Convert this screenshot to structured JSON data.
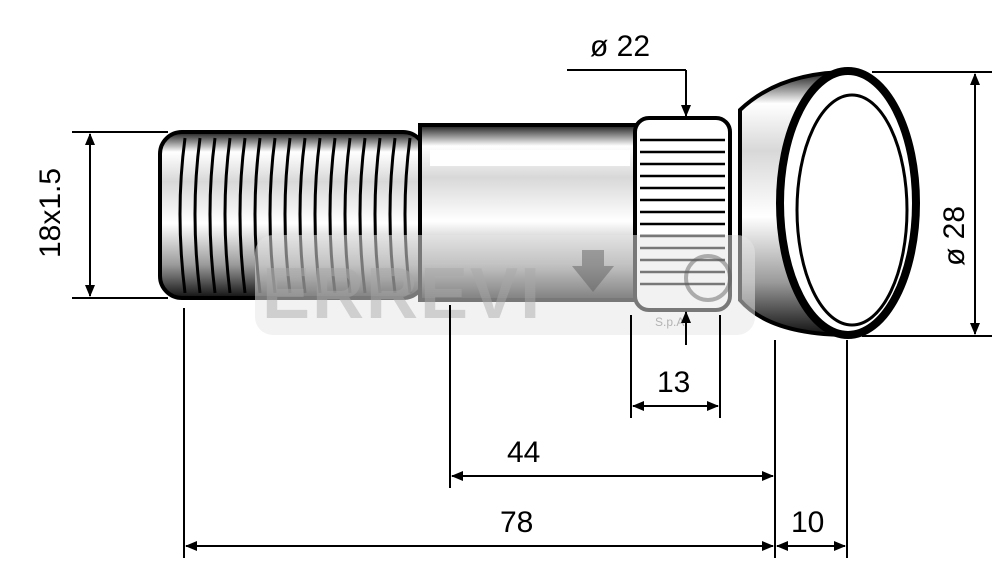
{
  "dimensions": {
    "thread": "18x1.5",
    "knurl_diameter": "ø 22",
    "head_diameter": "ø 28",
    "knurl_length": "13",
    "shank_length": "44",
    "total_length": "78",
    "head_length": "10"
  },
  "watermark": {
    "brand": "ERREVI",
    "suffix": "S.p.A."
  }
}
